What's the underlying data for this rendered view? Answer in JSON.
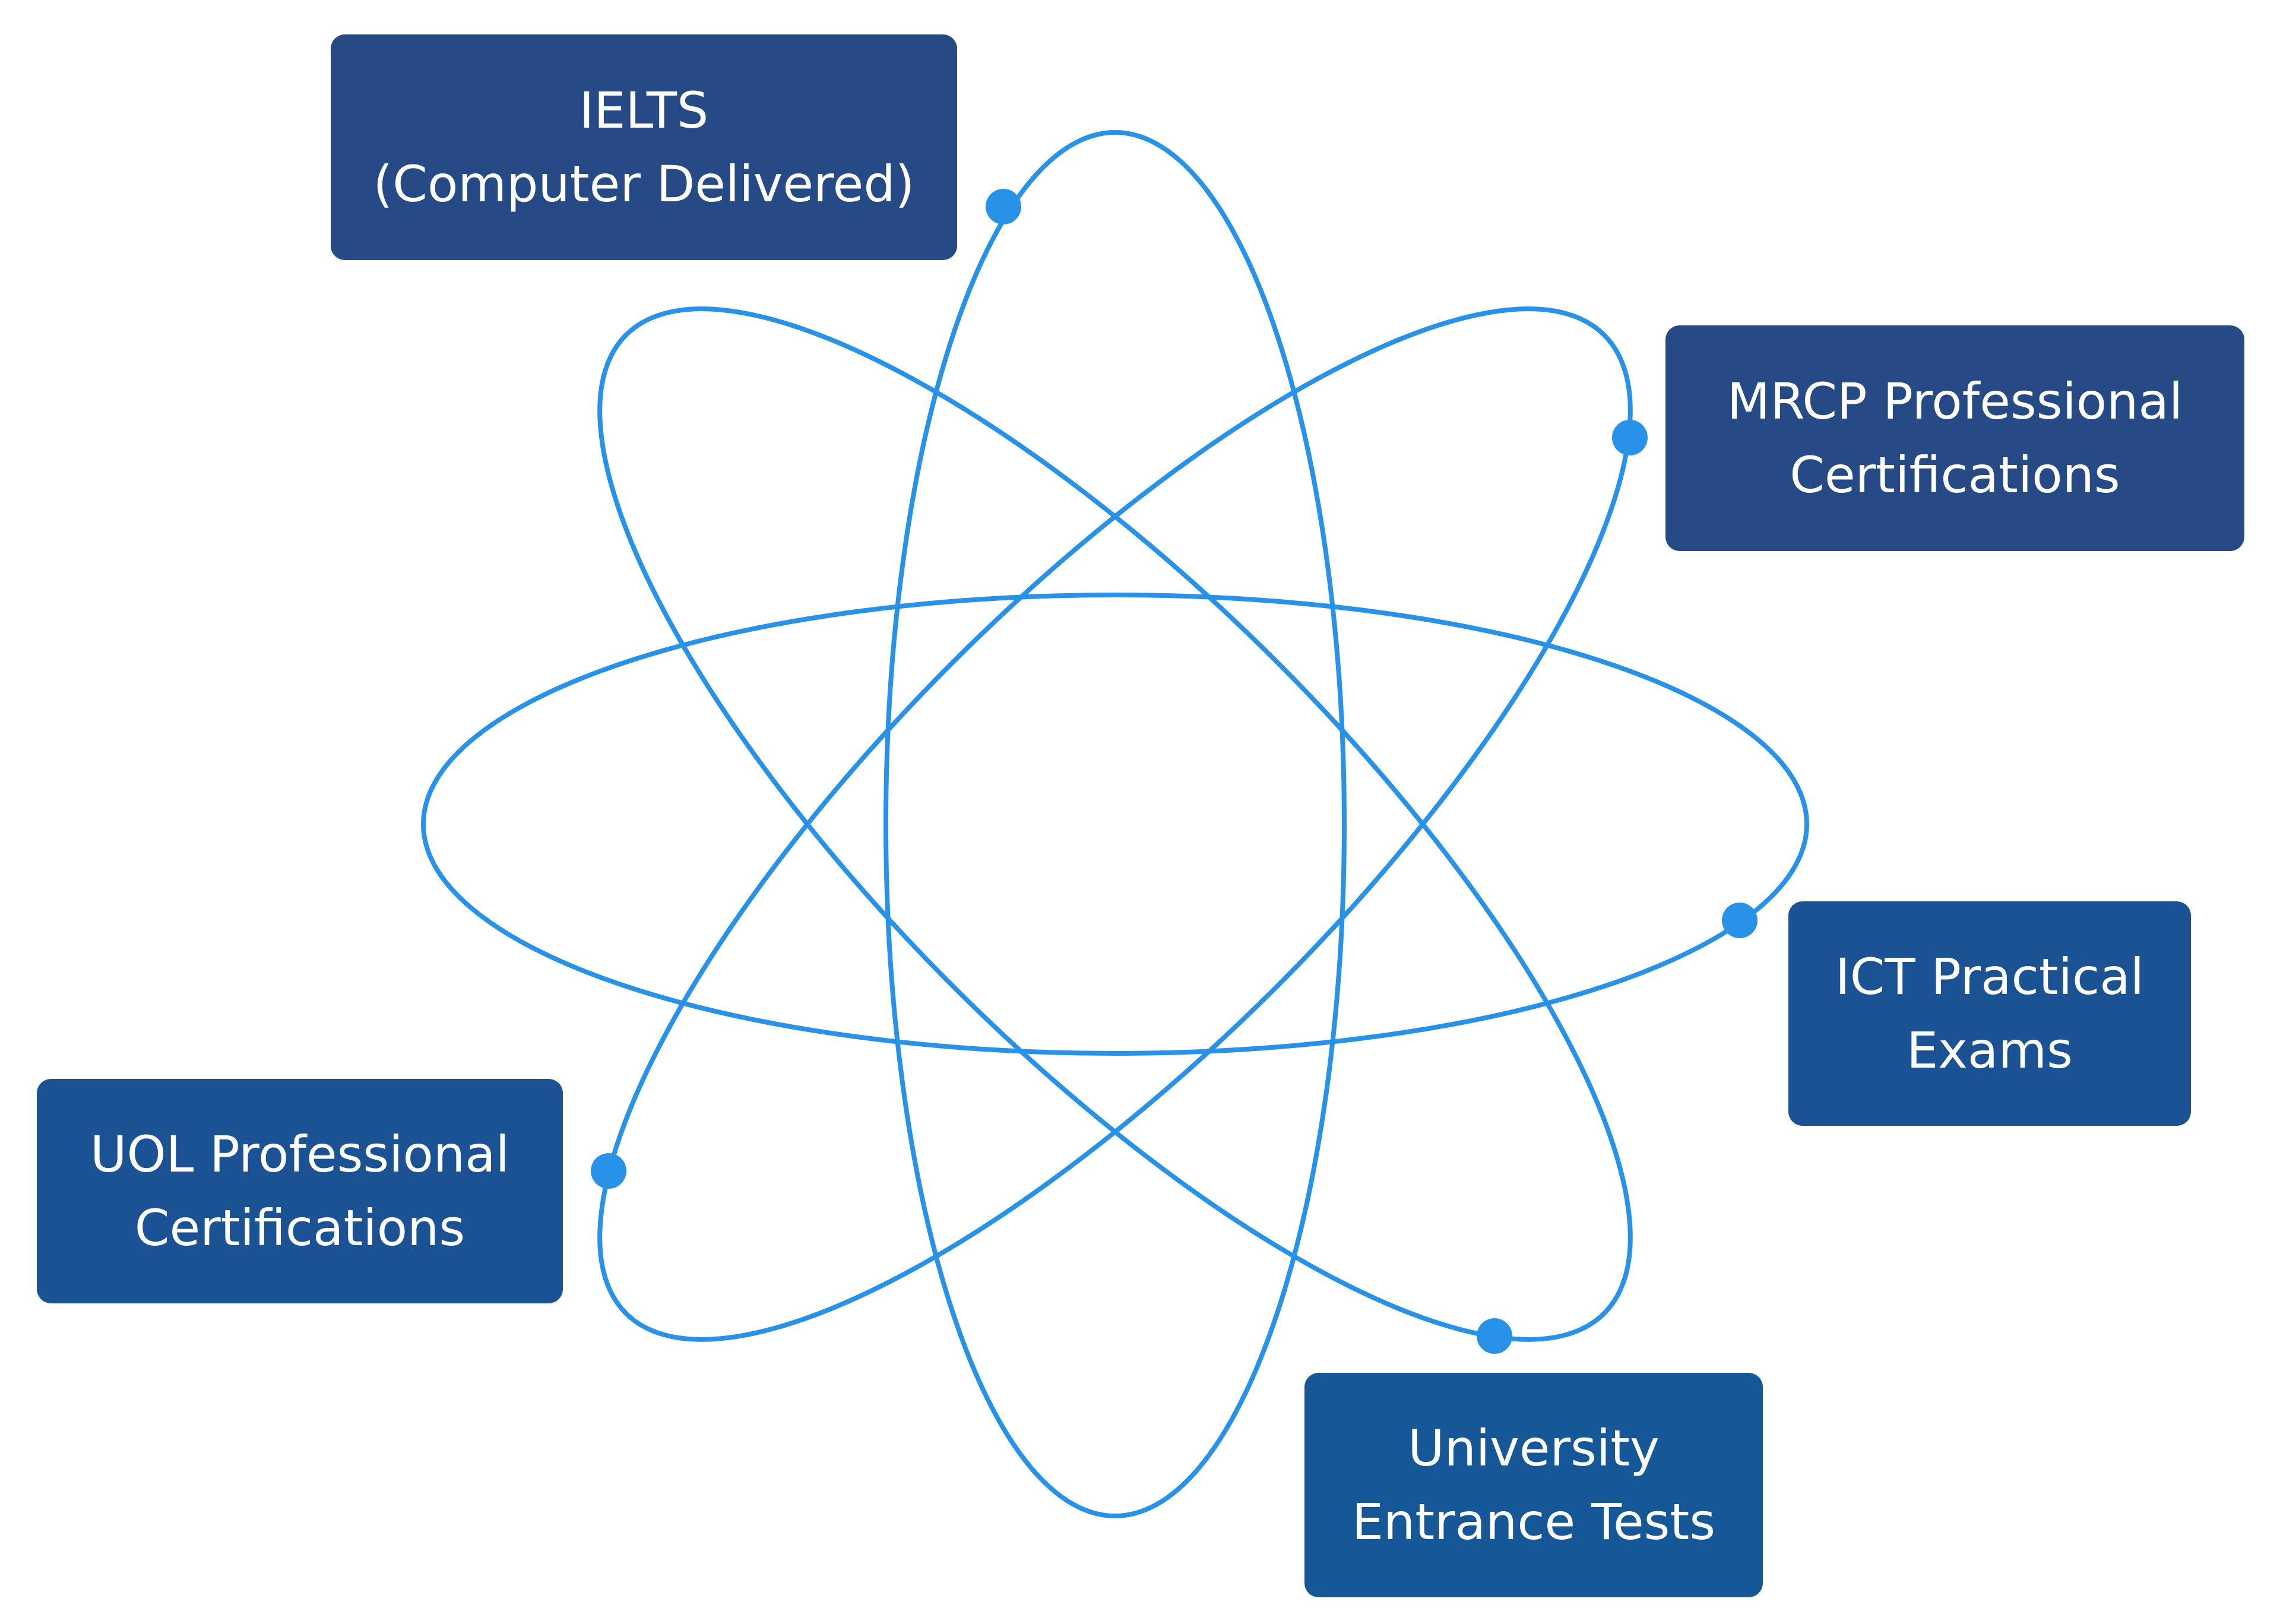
{
  "diagram": {
    "labels": {
      "ielts": {
        "line1": "IELTS",
        "line2": "(Computer Delivered)",
        "color": "#264a85"
      },
      "mrcp": {
        "line1": "MRCP Professional",
        "line2": "Certifications",
        "color": "#264a85"
      },
      "ict": {
        "line1": "ICT Practical",
        "line2": "Exams",
        "color": "#1a5294"
      },
      "uol": {
        "line1": "UOL Professional",
        "line2": "Certifications",
        "color": "#1a5294"
      },
      "university": {
        "line1": "University",
        "line2": "Entrance Tests",
        "color": "#155797"
      }
    },
    "colors": {
      "orbit": "#2891e8",
      "node": "#2891e8"
    }
  }
}
